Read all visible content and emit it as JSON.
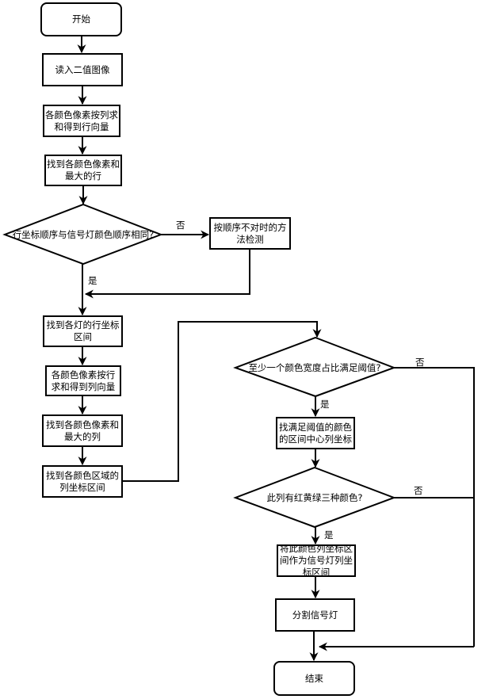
{
  "diagram": {
    "type": "flowchart",
    "nodes": {
      "start": "开始",
      "read_binary": "读入二值图像",
      "column_sum": "各颜色像素按列求和得到行向量",
      "find_max_row": "找到各颜色像素和最大的行",
      "decision_row_order": "行坐标顺序与信号灯颜色顺序相同?",
      "wrong_order_method": "按顺序不对时的方法检测",
      "find_row_interval": "找到各灯的行坐标区间",
      "row_sum": "各颜色像素按行求和得到列向量",
      "find_max_col": "找到各颜色像素和最大的列",
      "find_col_interval": "找到各颜色区域的列坐标区间",
      "decision_width_ratio": "至少一个颜色宽度占比满足阈值?",
      "find_center_col": "找满足阈值的颜色的区间中心列坐标",
      "decision_three_colors": "此列有红黄绿三种颜色?",
      "set_col_interval": "将此颜色列坐标区间作为信号灯列坐标区间",
      "segment_light": "分割信号灯",
      "end": "结束"
    },
    "edge_labels": {
      "yes": "是",
      "no": "否"
    }
  }
}
